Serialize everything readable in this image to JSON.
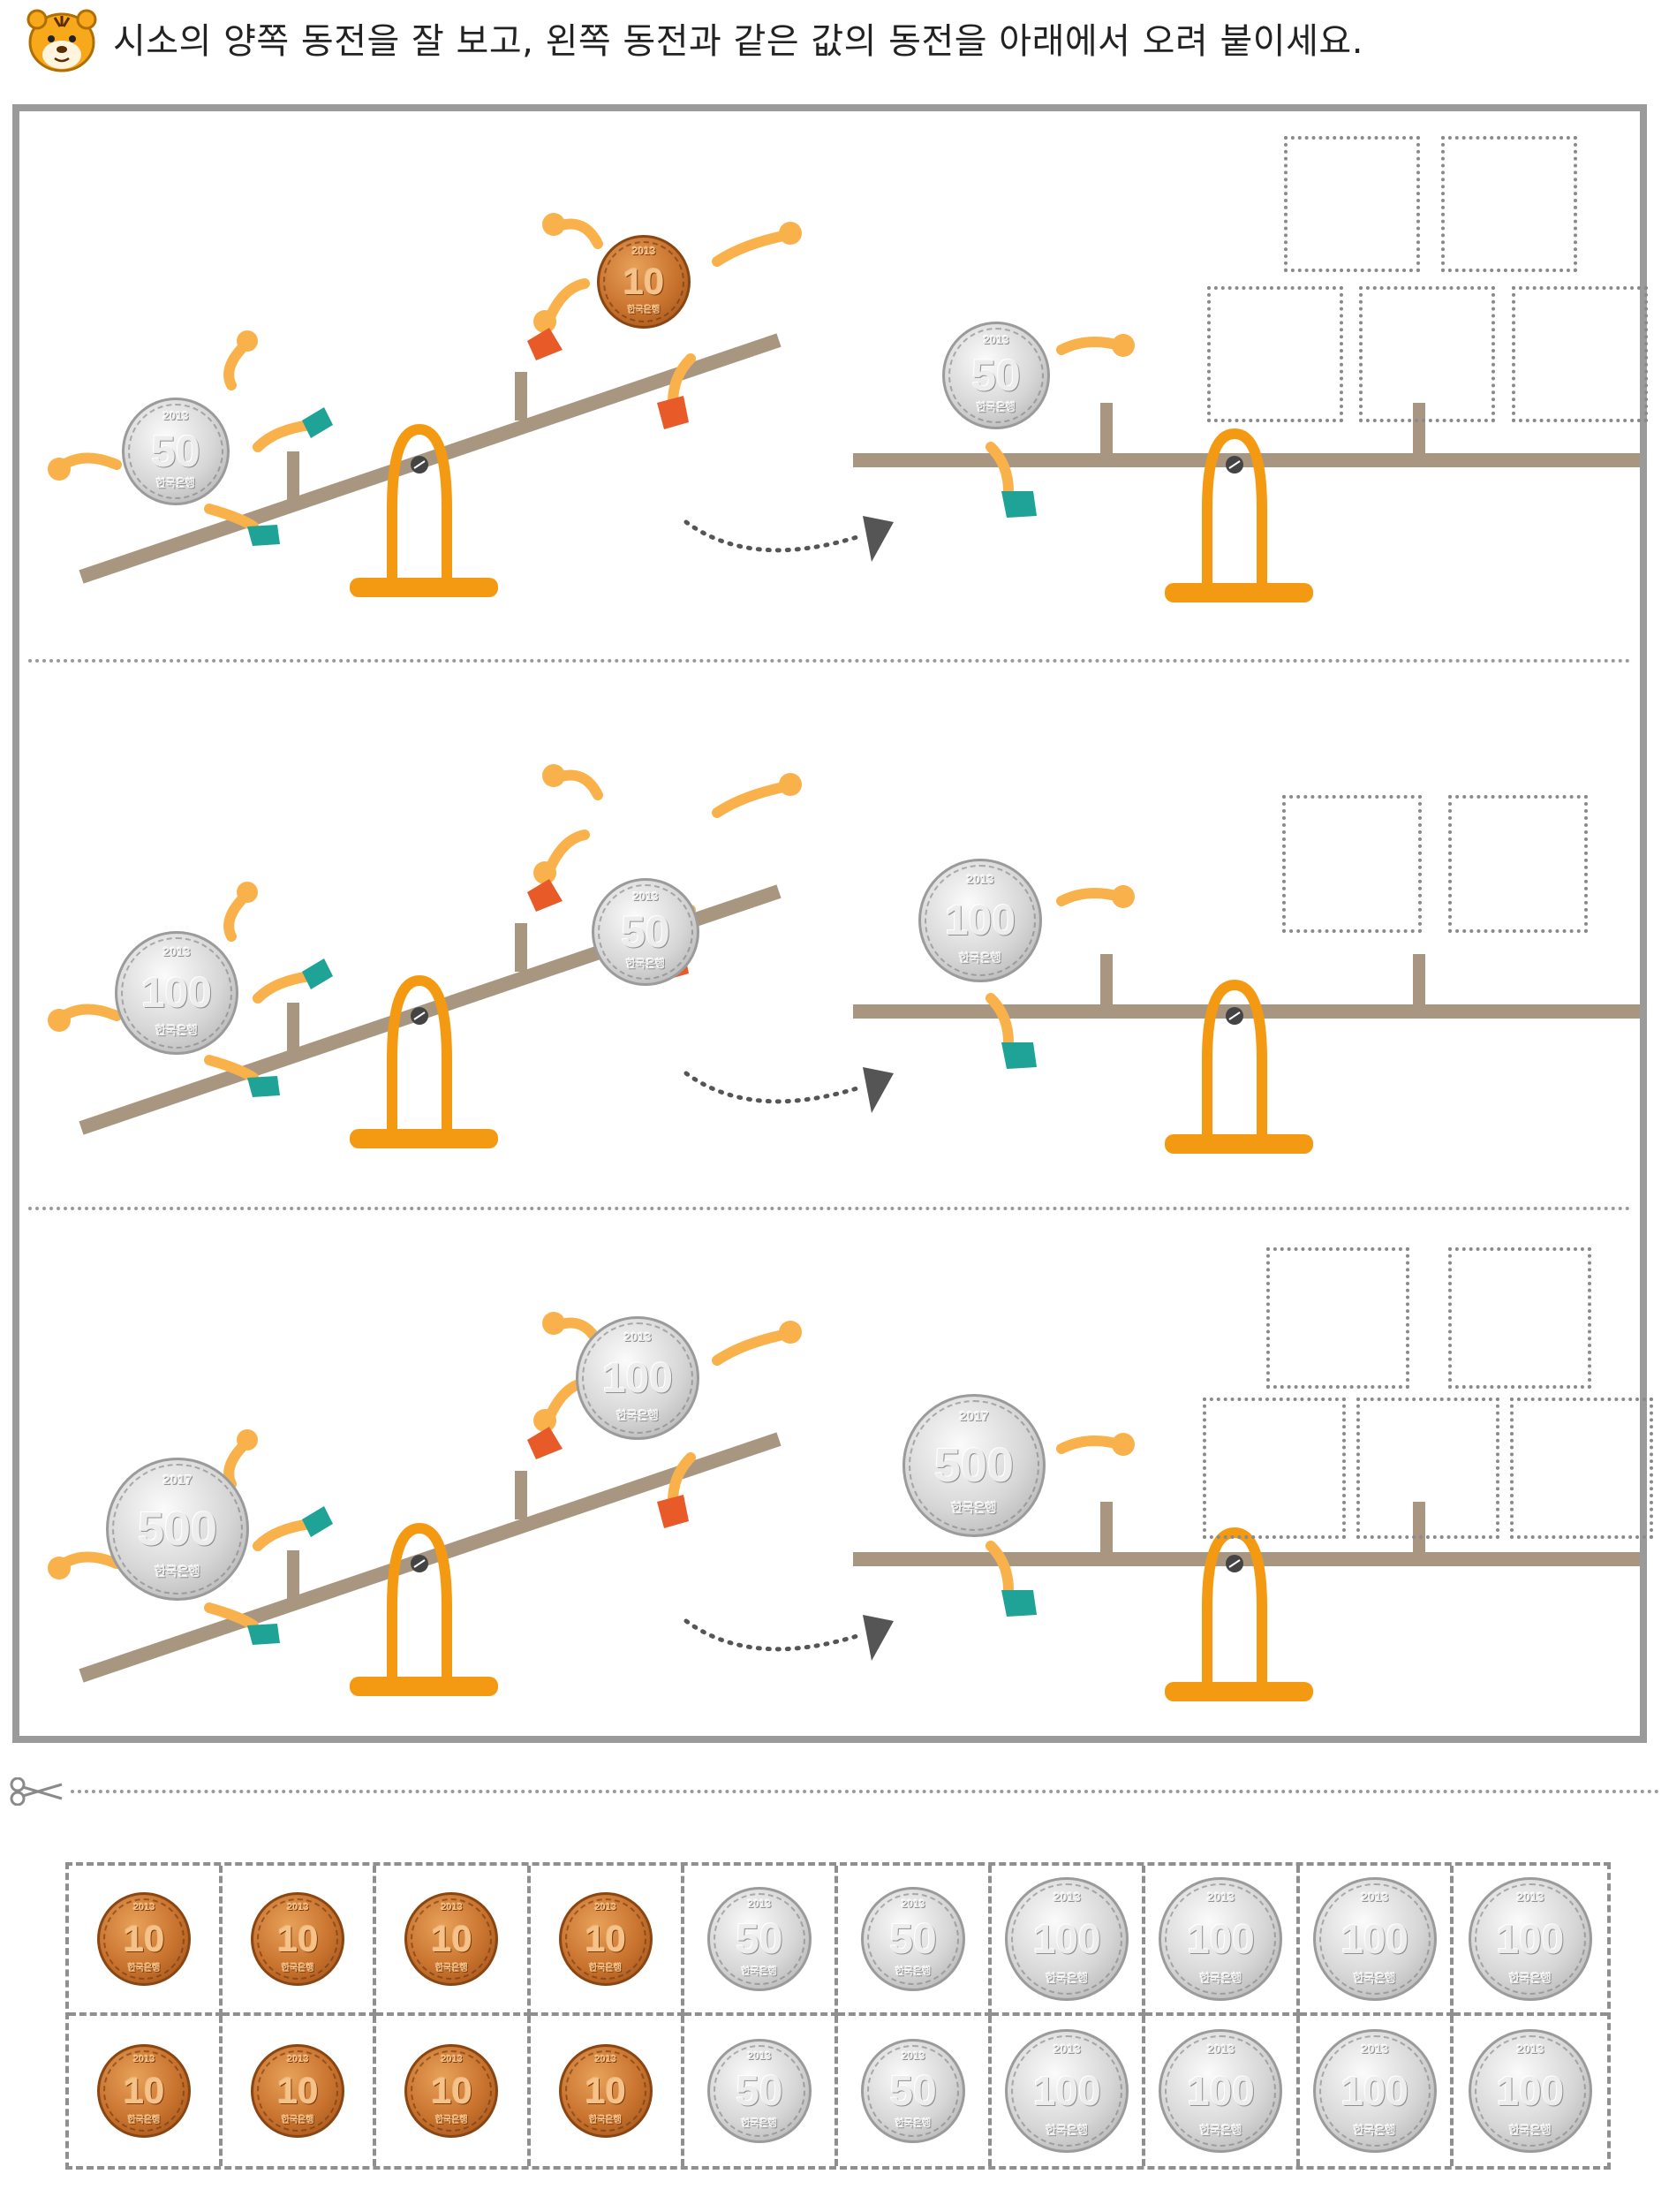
{
  "instruction": "시소의 양쪽 동전을 잘 보고, 왼쪽 동전과 같은 값의 동전을 아래에서 오려 붙이세요.",
  "colors": {
    "plank": "#a99680",
    "fulcrum": "#f39a12",
    "hand_orange": "#f9b24b",
    "shoe_teal": "#1fa397",
    "shoe_red": "#e85a28",
    "arrow": "#555555",
    "slot_border": "#8a8a8a"
  },
  "scenes": [
    {
      "left_seesaw": {
        "low_coin": "50",
        "high_coin": "10",
        "low_year": "2013",
        "high_year": "2013"
      },
      "right_seesaw": {
        "coin": "50",
        "coin_year": "2013",
        "slot_count": 5
      }
    },
    {
      "left_seesaw": {
        "low_coin": "100",
        "high_coin": "50",
        "low_year": "2013",
        "high_year": "2013"
      },
      "right_seesaw": {
        "coin": "100",
        "coin_year": "2013",
        "slot_count": 2
      }
    },
    {
      "left_seesaw": {
        "low_coin": "500",
        "high_coin": "100",
        "low_year": "2017",
        "high_year": "2013"
      },
      "right_seesaw": {
        "coin": "500",
        "coin_year": "2017",
        "slot_count": 5
      }
    }
  ],
  "coin_bank_text": "한국은행",
  "cutout_sheet": {
    "rows": [
      [
        "10",
        "10",
        "10",
        "10",
        "50",
        "50",
        "100",
        "100",
        "100",
        "100"
      ],
      [
        "10",
        "10",
        "10",
        "10",
        "50",
        "50",
        "100",
        "100",
        "100",
        "100"
      ]
    ],
    "year": "2013"
  },
  "icons": {
    "header": "tiger-face-icon",
    "cut": "scissors-icon",
    "direction": "dotted-arrow-icon"
  }
}
